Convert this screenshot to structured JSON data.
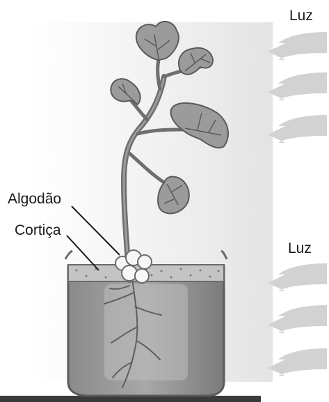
{
  "labels": {
    "light_top": "Luz",
    "light_bottom": "Luz",
    "cotton": "Algodão",
    "cork": "Cortiça"
  },
  "colors": {
    "background_panel": "#ececec",
    "light_arrows": "#d2d2d2",
    "leaf_fill": "#9b9b9b",
    "leaf_vein": "#5a5a5a",
    "stem": "#6e6e6e",
    "root": "#5e5e5e",
    "liquid": "#7f7f7f",
    "cork_layer": "#c4c4c4",
    "cotton": "#f7f7f7",
    "base": "#3a3a3a",
    "text": "#1a1a1a"
  },
  "icons": {
    "light_arrow": "curved-arrow-pointing-left-icon"
  }
}
